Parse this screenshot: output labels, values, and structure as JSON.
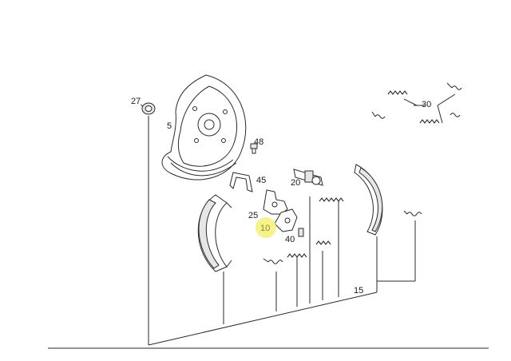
{
  "colors": {
    "line": "#2a2a2a",
    "highlight": "#f4f07a",
    "background": "#ffffff"
  },
  "callouts": {
    "part_27": "27",
    "part_5": "5",
    "part_48": "48",
    "part_45": "45",
    "part_20": "20",
    "part_25": "25",
    "part_10": "10",
    "part_40": "40",
    "part_30": "30",
    "part_15": "15"
  },
  "highlighted_callout": "10"
}
